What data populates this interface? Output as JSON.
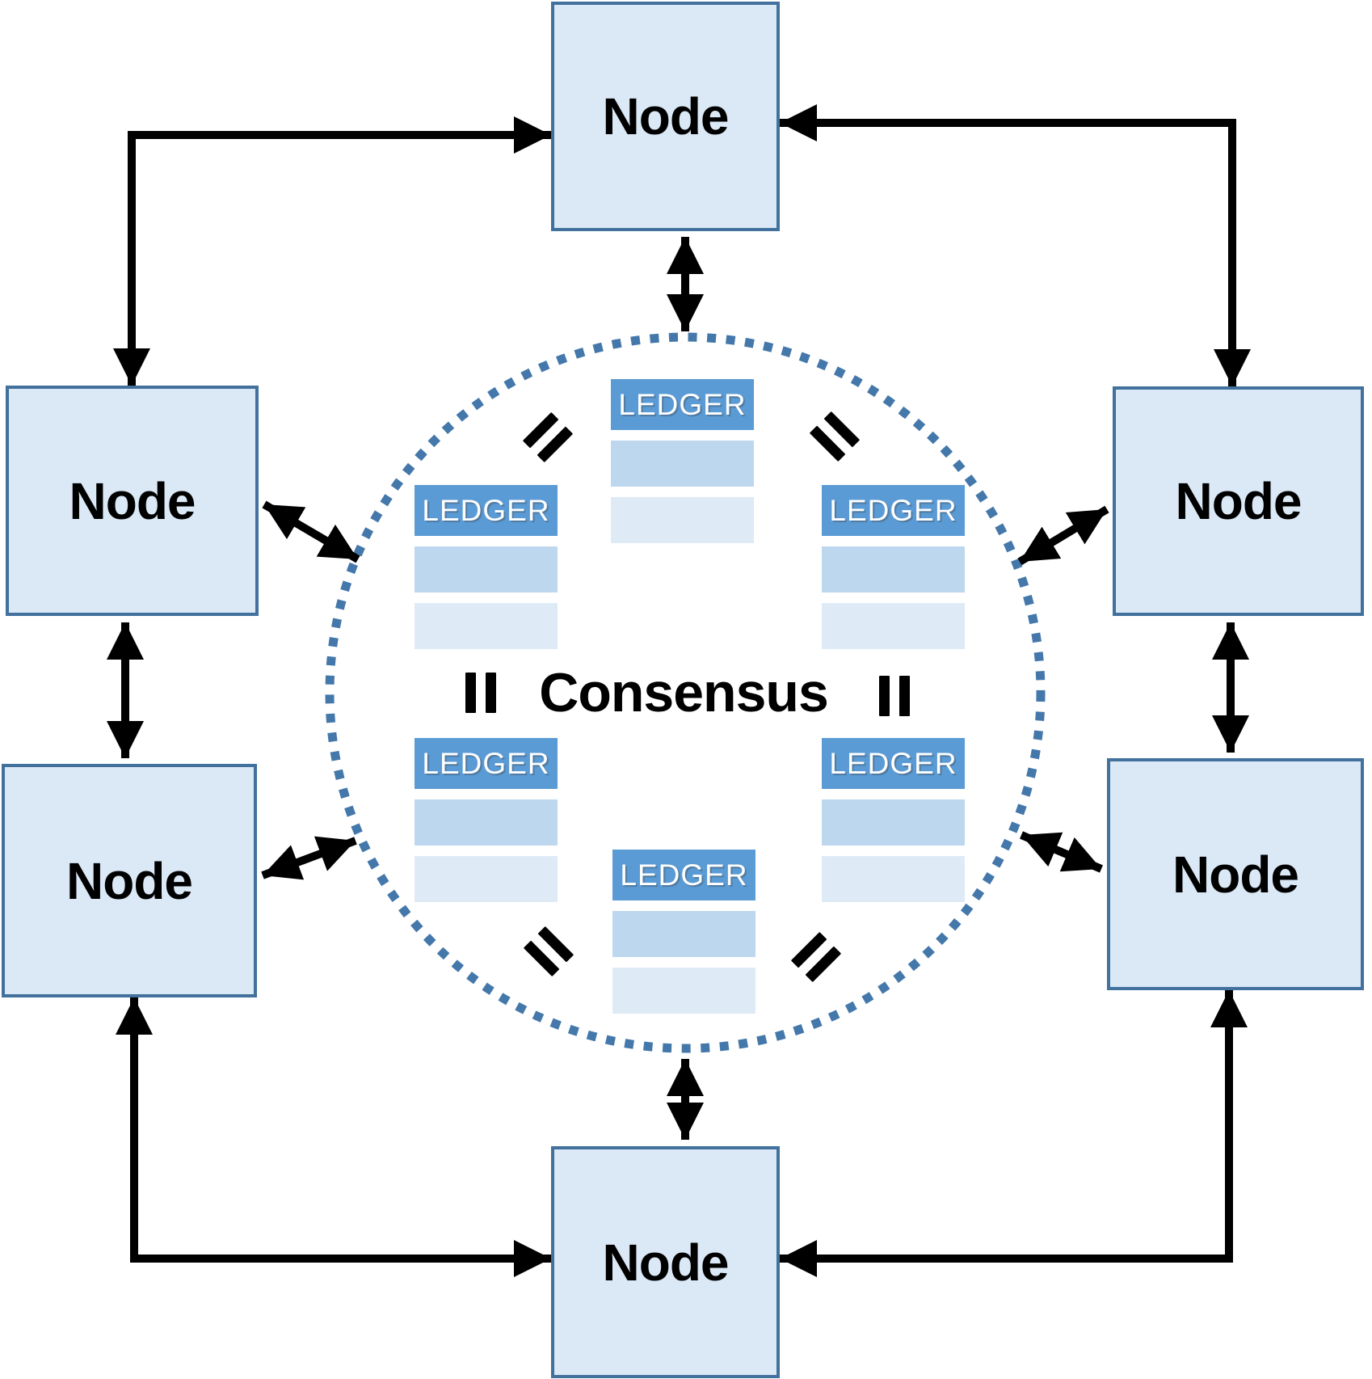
{
  "diagram": {
    "node_label": "Node",
    "ledger_label": "LEDGER",
    "center": {
      "consensus_label": "Consensus",
      "equals_icon_meaning": "ledger copies are equal"
    },
    "nodes": [
      {
        "id": "node-top",
        "label": "Node"
      },
      {
        "id": "node-left-upper",
        "label": "Node"
      },
      {
        "id": "node-left-lower",
        "label": "Node"
      },
      {
        "id": "node-right-upper",
        "label": "Node"
      },
      {
        "id": "node-right-lower",
        "label": "Node"
      },
      {
        "id": "node-bottom",
        "label": "Node"
      }
    ],
    "ledgers": [
      {
        "id": "ledger-top-center",
        "rows": 2
      },
      {
        "id": "ledger-mid-left",
        "rows": 2
      },
      {
        "id": "ledger-mid-right",
        "rows": 2
      },
      {
        "id": "ledger-lower-left",
        "rows": 2
      },
      {
        "id": "ledger-lower-right",
        "rows": 2
      },
      {
        "id": "ledger-bottom-center",
        "rows": 2
      }
    ],
    "connections": [
      {
        "from": "node-left-upper",
        "to": "node-top",
        "shape": "elbow",
        "bidirectional": true
      },
      {
        "from": "node-top",
        "to": "node-right-upper",
        "shape": "elbow",
        "bidirectional": true
      },
      {
        "from": "node-left-lower",
        "to": "node-bottom",
        "shape": "elbow",
        "bidirectional": true
      },
      {
        "from": "node-bottom",
        "to": "node-right-lower",
        "shape": "elbow",
        "bidirectional": true
      },
      {
        "from": "node-left-upper",
        "to": "node-left-lower",
        "shape": "straight",
        "bidirectional": true
      },
      {
        "from": "node-right-upper",
        "to": "node-right-lower",
        "shape": "straight",
        "bidirectional": true
      },
      {
        "from": "node-top",
        "to": "consensus-circle",
        "shape": "straight",
        "bidirectional": true
      },
      {
        "from": "node-bottom",
        "to": "consensus-circle",
        "shape": "straight",
        "bidirectional": true
      },
      {
        "from": "node-left-upper",
        "to": "consensus-circle",
        "shape": "straight",
        "bidirectional": true
      },
      {
        "from": "node-left-lower",
        "to": "consensus-circle",
        "shape": "straight",
        "bidirectional": true
      },
      {
        "from": "node-right-upper",
        "to": "consensus-circle",
        "shape": "straight",
        "bidirectional": true
      },
      {
        "from": "node-right-lower",
        "to": "consensus-circle",
        "shape": "straight",
        "bidirectional": true
      }
    ],
    "colors": {
      "node_fill": "#dbe8f6",
      "node_border": "#41719c",
      "ledger_header": "#5b9bd5",
      "ledger_row1": "#bdd7ee",
      "ledger_row2": "#deebf7",
      "circle_dot": "#4478aa",
      "arrow": "#000000"
    }
  }
}
